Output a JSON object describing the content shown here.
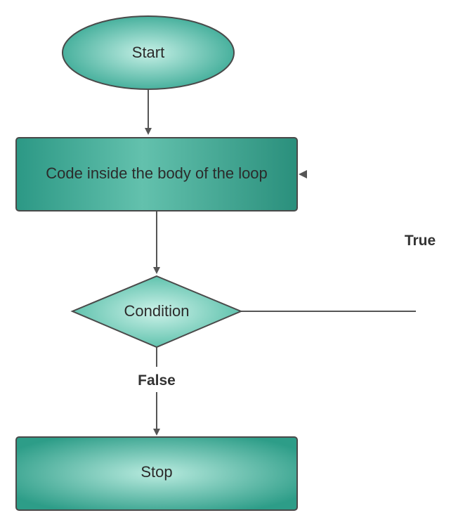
{
  "diagram": {
    "nodes": {
      "start": {
        "label": "Start",
        "shape": "ellipse"
      },
      "body": {
        "label": "Code inside the body of the loop",
        "shape": "rectangle"
      },
      "condition": {
        "label": "Condition",
        "shape": "diamond"
      },
      "stop": {
        "label": "Stop",
        "shape": "rectangle"
      }
    },
    "edges": {
      "true_label": "True",
      "false_label": "False"
    },
    "colors": {
      "fill_light": "#b8ece0",
      "fill_dark": "#2b9a86",
      "stroke": "#4a4a4a",
      "connector": "#555555"
    }
  }
}
